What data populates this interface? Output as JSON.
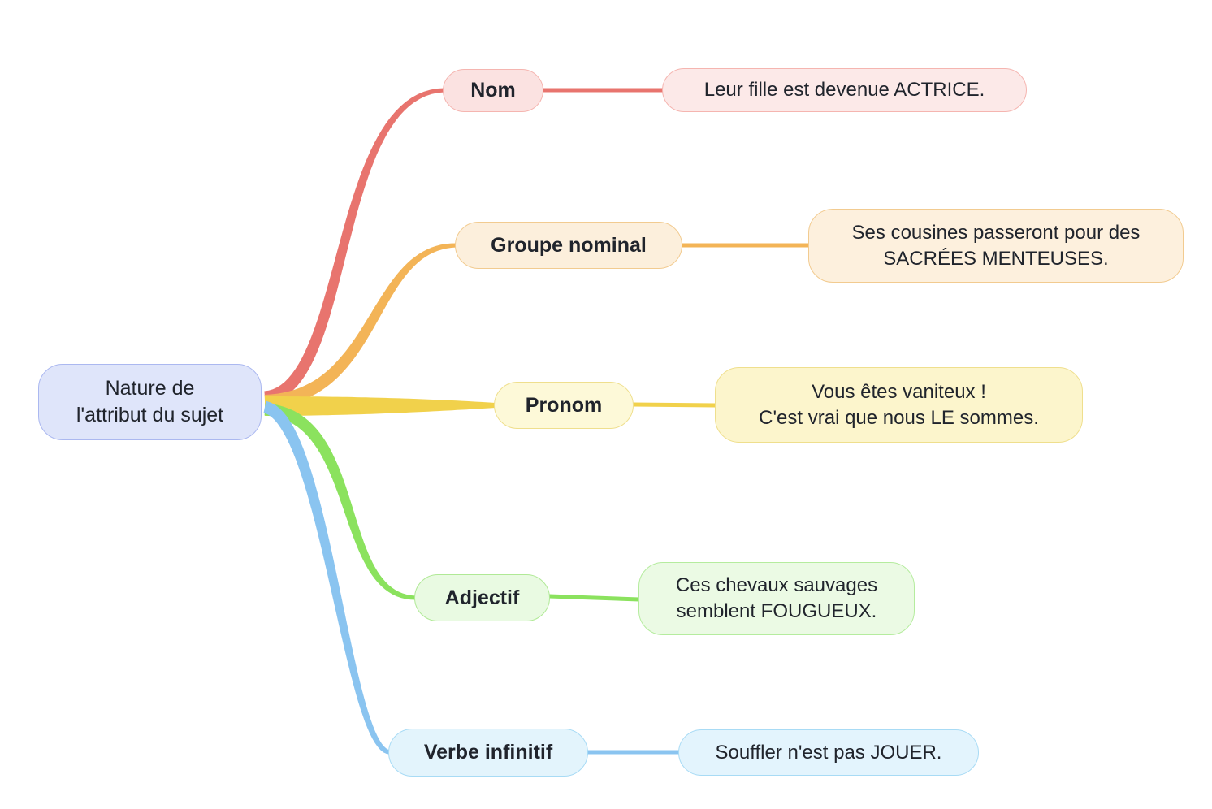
{
  "title": "Nature de l'attribut du sujet mind map",
  "root": {
    "label": "Nature de\nl'attribut du sujet",
    "fill": "#dfe5fa",
    "border": "#abb8f0"
  },
  "text_color": "#20242c",
  "background": "#ffffff",
  "branches": [
    {
      "id": "nom",
      "label": "Nom",
      "example": "Leur fille est devenue ACTRICE.",
      "color": "#e8746e",
      "topic_fill": "#fbe2e1",
      "topic_border": "#f5b5b0",
      "leaf_fill": "#fce9e8",
      "leaf_border": "#f5b5b0"
    },
    {
      "id": "groupe-nominal",
      "label": "Groupe nominal",
      "example": "Ses cousines passeront pour des\nSACRÉES MENTEUSES.",
      "color": "#f3b457",
      "topic_fill": "#fcefdc",
      "topic_border": "#f2cb90",
      "leaf_fill": "#fdf0dd",
      "leaf_border": "#f2cb90"
    },
    {
      "id": "pronom",
      "label": "Pronom",
      "example": "Vous êtes vaniteux !\nC'est vrai que nous LE sommes.",
      "color": "#f1d14b",
      "topic_fill": "#fdf9d8",
      "topic_border": "#efdf8d",
      "leaf_fill": "#fcf5cc",
      "leaf_border": "#efdf8d"
    },
    {
      "id": "adjectif",
      "label": "Adjectif",
      "example": "Ces chevaux sauvages\nsemblent FOUGUEUX.",
      "color": "#8be25e",
      "topic_fill": "#e9fae2",
      "topic_border": "#b0e996",
      "leaf_fill": "#ebfae4",
      "leaf_border": "#b5ec9e"
    },
    {
      "id": "verbe-infinitif",
      "label": "Verbe infinitif",
      "example": "Souffler n'est pas JOUER.",
      "color": "#8ac4f0",
      "topic_fill": "#e3f4fc",
      "topic_border": "#a8dbf5",
      "leaf_fill": "#e3f4fd",
      "leaf_border": "#a8dbf5"
    }
  ]
}
